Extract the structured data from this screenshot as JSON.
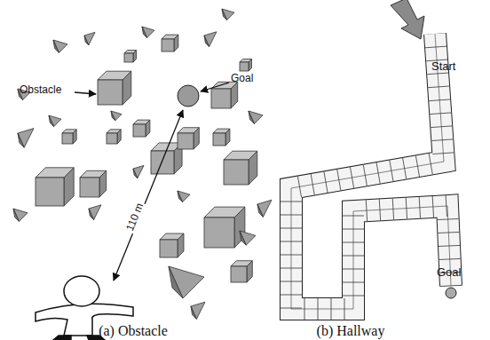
{
  "diagram": {
    "labels": [
      "Obstacle",
      "Goal",
      "110 m",
      "(a) Obstacle",
      "(b) Hallway",
      "Start",
      "Goal"
    ]
  }
}
